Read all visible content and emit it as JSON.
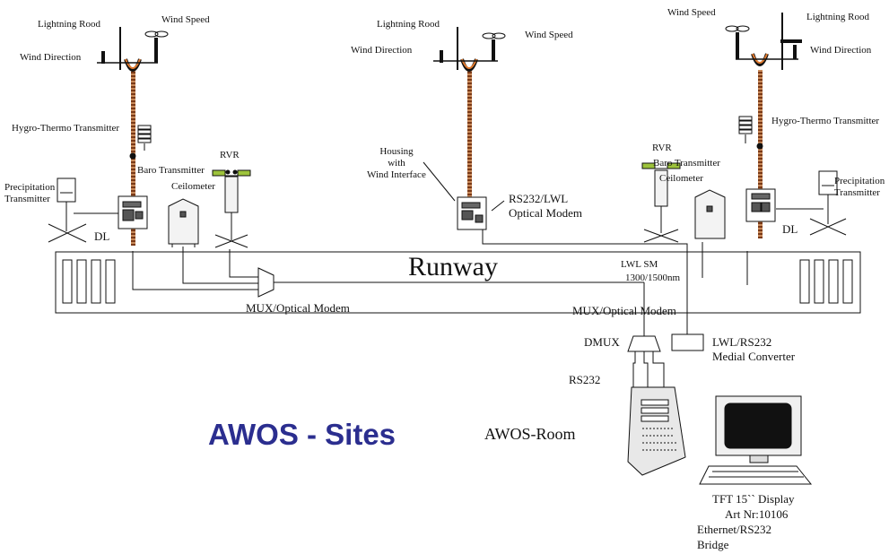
{
  "colors": {
    "title": "#2b2e8f",
    "line": "#111111",
    "mast": "#8a4a2a",
    "accent": "#e07a2f",
    "rvr_green": "#9dc33b"
  },
  "title": "AWOS - Sites",
  "runway": "Runway",
  "room": "AWOS-Room",
  "site_left": {
    "lightning": "Lightning Rood",
    "wind_speed": "Wind Speed",
    "wind_direction": "Wind Direction",
    "hygro": "Hygro-Thermo Transmitter",
    "baro": "Baro Transmitter",
    "precip_line1": "Precipitation",
    "precip_line2": "Transmitter",
    "ceilometer": "Ceilometer",
    "rvr": "RVR",
    "dl": "DL",
    "mux": "MUX/Optical Modem"
  },
  "site_center": {
    "lightning": "Lightning Rood",
    "wind_speed": "Wind Speed",
    "wind_direction": "Wind Direction",
    "housing_line1": "Housing",
    "housing_line2": "with",
    "housing_line3": "Wind Interface",
    "modem_line1": "RS232/LWL",
    "modem_line2": "Optical Modem"
  },
  "site_right": {
    "wind_speed": "Wind Speed",
    "lightning": "Lightning Rood",
    "wind_direction": "Wind Direction",
    "hygro": "Hygro-Thermo Transmitter",
    "rvr": "RVR",
    "baro": "Baro Transmitter",
    "ceilometer": "Ceilometer",
    "precip_line1": "Precipitation",
    "precip_line2": "Transmitter",
    "dl": "DL"
  },
  "room_side": {
    "lwl_line1": "LWL SM",
    "lwl_line2": "1300/1500nm",
    "mux": "MUX/Optical Modem",
    "dmux": "DMUX",
    "conv_line1": "LWL/RS232",
    "conv_line2": "Medial Converter",
    "rs232": "RS232",
    "tft_line1": "TFT 15`` Display",
    "tft_line2": "Art Nr:10106",
    "eth_line1": "Ethernet/RS232",
    "eth_line2": "Bridge"
  }
}
